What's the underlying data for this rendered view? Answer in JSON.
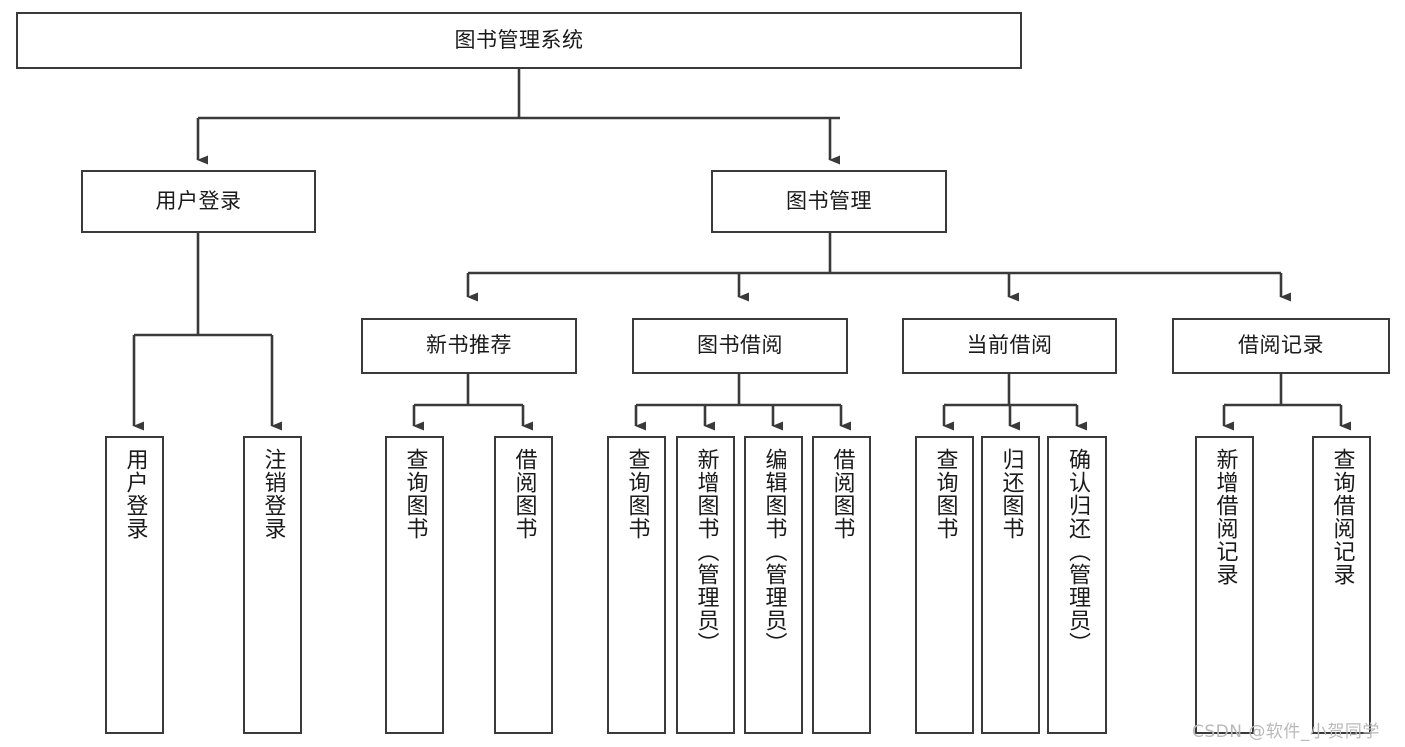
{
  "diagram": {
    "title": "图书管理系统",
    "type": "tree-hierarchy-chart",
    "orientation": "top-down",
    "colors": {
      "box_border": "#3a3a3a",
      "box_fill": "#ffffff",
      "edge": "#3a3a3a",
      "text": "#1a1a1a",
      "background": "#ffffff",
      "watermark": "#b9b9b9"
    },
    "root": {
      "label": "图书管理系统"
    },
    "level2": [
      {
        "label": "用户登录"
      },
      {
        "label": "图书管理"
      }
    ],
    "level3": [
      {
        "label": "新书推荐"
      },
      {
        "label": "图书借阅"
      },
      {
        "label": "当前借阅"
      },
      {
        "label": "借阅记录"
      }
    ],
    "leaves": {
      "user_login": [
        {
          "label": "用户登录"
        },
        {
          "label": "注销登录"
        }
      ],
      "new_book_recommend": [
        {
          "label": "查询图书"
        },
        {
          "label": "借阅图书"
        }
      ],
      "book_borrow": [
        {
          "label": "查询图书"
        },
        {
          "label": "新增图书（管理员）"
        },
        {
          "label": "编辑图书（管理员）"
        },
        {
          "label": "借阅图书"
        }
      ],
      "current_borrow": [
        {
          "label": "查询图书"
        },
        {
          "label": "归还图书"
        },
        {
          "label": "确认归还（管理员）"
        }
      ],
      "borrow_record": [
        {
          "label": "新增借阅记录"
        },
        {
          "label": "查询借阅记录"
        }
      ]
    },
    "watermark": "CSDN @软件_小贺同学"
  }
}
